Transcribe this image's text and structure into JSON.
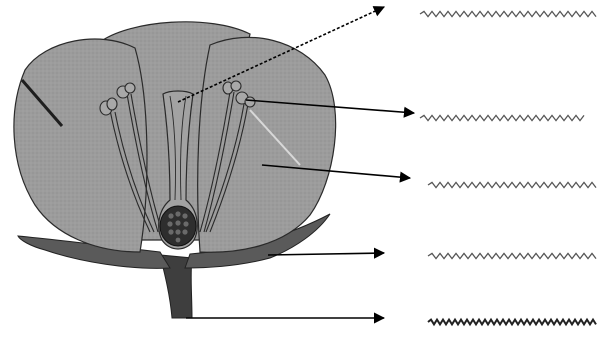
{
  "diagram": {
    "labels": [
      {
        "id": "pistil",
        "text": ""
      },
      {
        "id": "anther",
        "text": ""
      },
      {
        "id": "petal",
        "text": ""
      },
      {
        "id": "sepal",
        "text": ""
      },
      {
        "id": "stalk",
        "text": ""
      }
    ],
    "colors": {
      "petal": "#9a9a9a",
      "petal_edge": "#2a2a2a",
      "sepal": "#5c5c5c",
      "stalk": "#444444",
      "arrow": "#000000",
      "wave": "#555555",
      "ovary": "#2e2e2e"
    }
  }
}
